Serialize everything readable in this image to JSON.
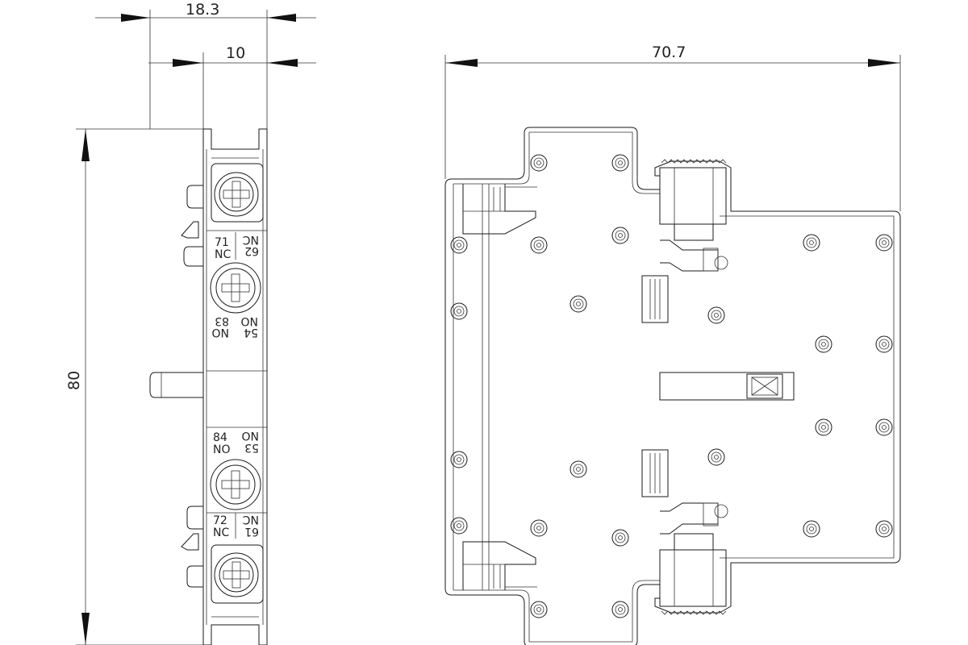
{
  "dimensions": {
    "overall_depth": "18.3",
    "body_depth": "10",
    "height": "80",
    "width": "70.7"
  },
  "terminals": {
    "t1": {
      "num": "71",
      "type": "NC"
    },
    "t2": {
      "num": "62",
      "type": "NC"
    },
    "t3": {
      "num": "83",
      "type": "NO"
    },
    "t4": {
      "num": "54",
      "type": "NO"
    },
    "t5": {
      "num": "84",
      "type": "NO"
    },
    "t6": {
      "num": "53",
      "type": "NO"
    },
    "t7": {
      "num": "72",
      "type": "NC"
    },
    "t8": {
      "num": "61",
      "type": "NC"
    }
  },
  "colors": {
    "line": "#1a1a1a",
    "background": "#ffffff"
  }
}
